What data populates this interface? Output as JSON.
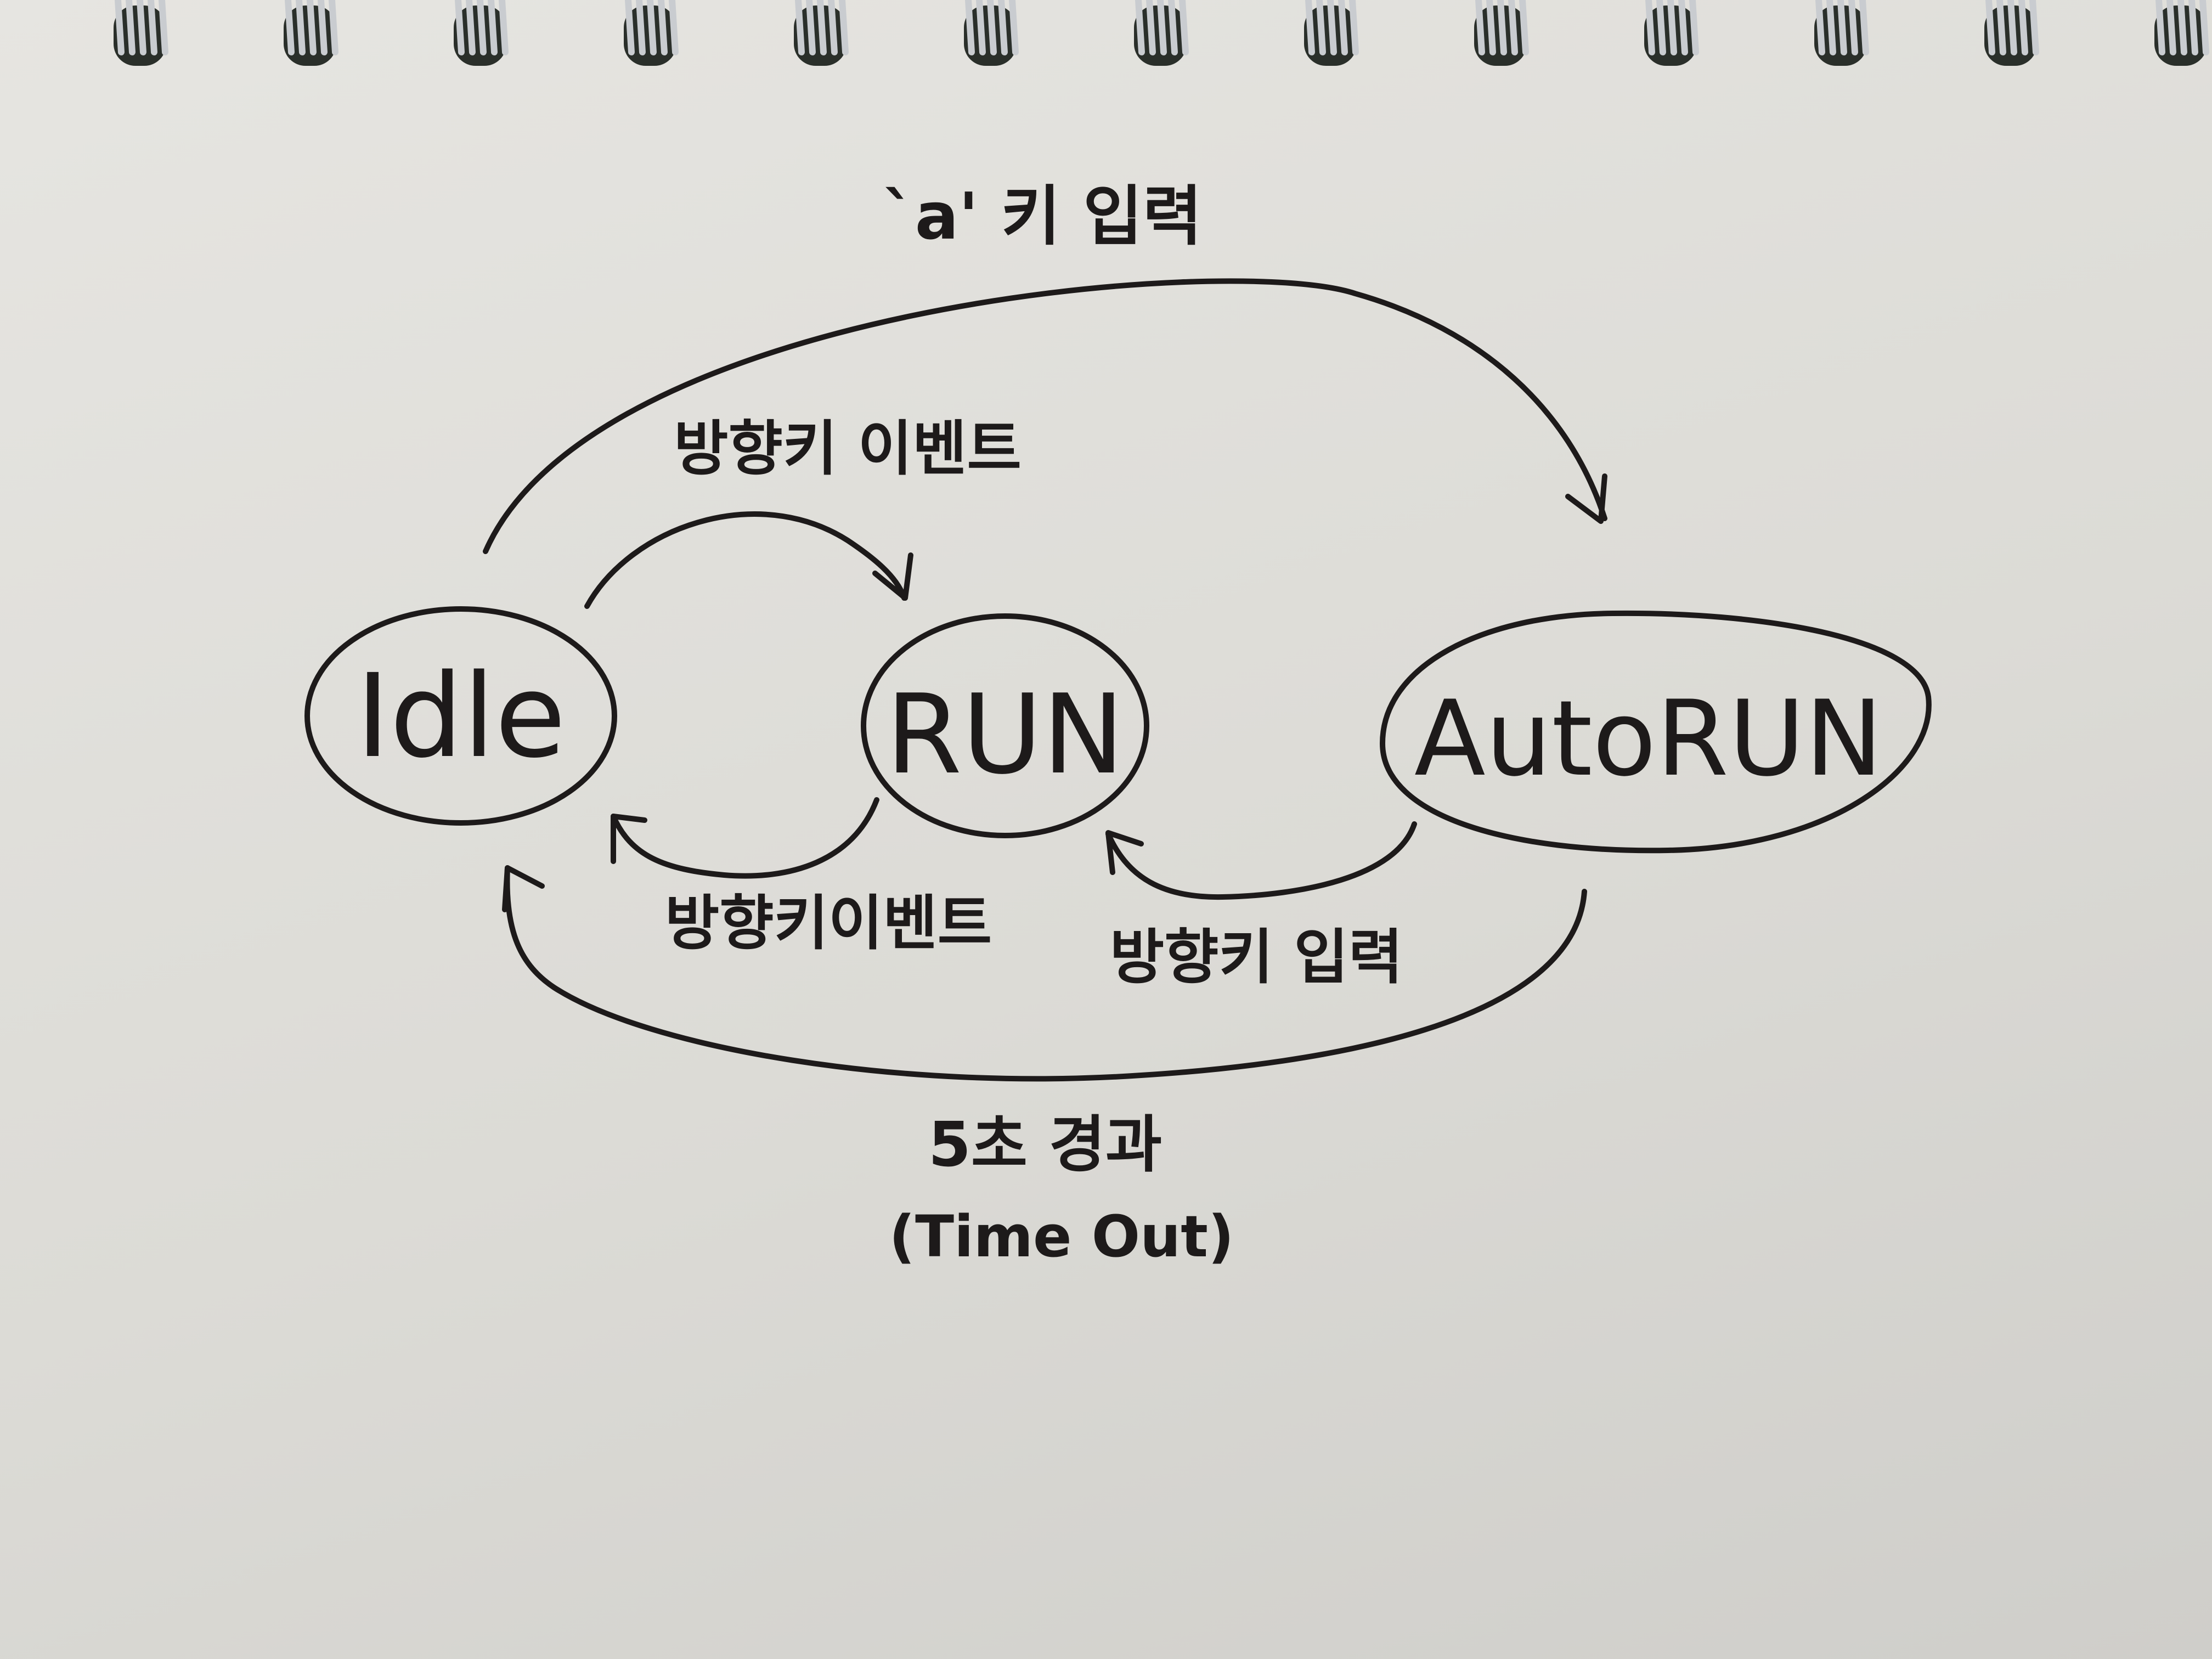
{
  "colors": {
    "paper": "#e3e2de",
    "ink": "#1d1a1a",
    "spiral_wire": "#c9ccd0",
    "spiral_hole": "#2a2f2a"
  },
  "nodes": {
    "idle": "Idle",
    "run": "RUN",
    "autorun": "AutoRUN"
  },
  "edges": {
    "idle_to_autorun": "`a' 키 입력",
    "idle_to_run": "방향키 이벤트",
    "run_to_idle": "방향키이벤트",
    "autorun_to_run": "방향키 입력",
    "autorun_to_idle_line1": "5초 경과",
    "autorun_to_idle_line2": "(Time Out)"
  }
}
